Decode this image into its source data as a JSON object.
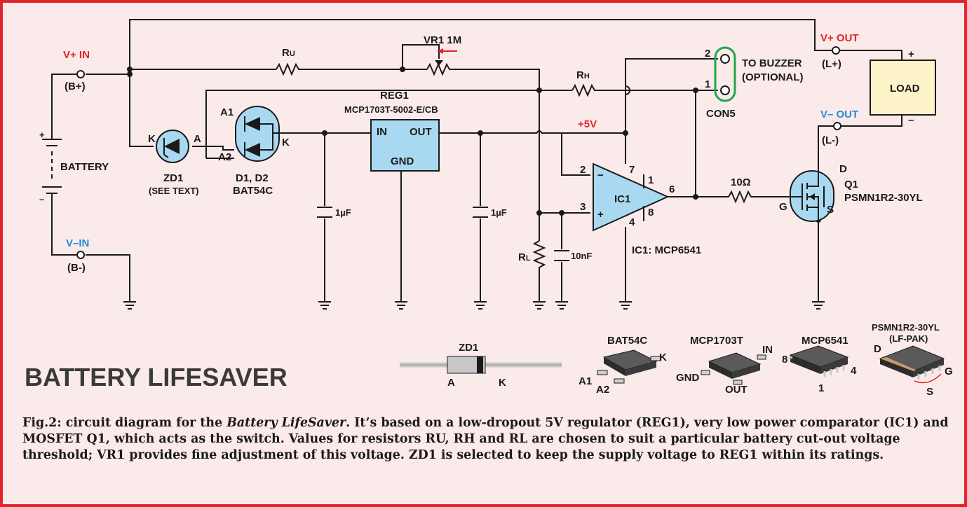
{
  "colors": {
    "border": "#e3222b",
    "background": "#fbeaea",
    "component_fill": "#a9d9f0",
    "load_fill": "#fdf3c9",
    "v_plus_label": "#e3222b",
    "v_minus_label": "#1e8fd6"
  },
  "title": "BATTERY LIFESAVER",
  "terminals": {
    "v_plus_in": "V+ IN",
    "v_plus_in_sub": "(B+)",
    "v_minus_in": "V–IN",
    "v_minus_in_sub": "(B-)",
    "v_plus_out": "V+ OUT",
    "v_plus_out_sub": "(L+)",
    "v_minus_out": "V– OUT",
    "v_minus_out_sub": "(L-)"
  },
  "battery": {
    "label": "BATTERY",
    "plus": "+",
    "minus": "–"
  },
  "zener": {
    "ref": "ZD1",
    "note": "(SEE TEXT)",
    "pin_k": "K",
    "pin_a": "A"
  },
  "diodes": {
    "ref": "D1, D2",
    "part": "BAT54C",
    "pin_a1": "A1",
    "pin_a2": "A2",
    "pin_k": "K"
  },
  "regulator": {
    "ref": "REG1",
    "part": "MCP1703T-5002-E/CB",
    "pin_in": "IN",
    "pin_out": "OUT",
    "pin_gnd": "GND"
  },
  "caps": {
    "c1": "1µF",
    "c2": "1µF",
    "c3": "10nF"
  },
  "resistors": {
    "ru_main": "R",
    "ru_sub": "U",
    "rh_main": "R",
    "rh_sub": "H",
    "rl_main": "R",
    "rl_sub": "L",
    "r_gate": "10Ω",
    "vr1": "VR1 1M"
  },
  "rail": "+5V",
  "opamp": {
    "ref": "IC1",
    "note": "IC1: MCP6541",
    "pin2": "2",
    "pin3": "3",
    "pin7": "7",
    "pin1": "1",
    "pin8": "8",
    "pin4": "4",
    "pin6": "6",
    "minus": "−",
    "plus": "+"
  },
  "connector": {
    "ref": "CON5",
    "pin2": "2",
    "pin1": "1",
    "note1": "TO BUZZER",
    "note2": "(OPTIONAL)"
  },
  "mosfet": {
    "ref": "Q1",
    "part": "PSMN1R2-30YL",
    "pin_d": "D",
    "pin_g": "G",
    "pin_s": "S"
  },
  "load": {
    "label": "LOAD",
    "plus": "+",
    "minus": "–"
  },
  "packages": {
    "zd1": {
      "name": "ZD1",
      "a": "A",
      "k": "K"
    },
    "bat54c": {
      "name": "BAT54C",
      "k": "K",
      "a1": "A1",
      "a2": "A2"
    },
    "mcp1703t": {
      "name": "MCP1703T",
      "in": "IN",
      "gnd": "GND",
      "out": "OUT"
    },
    "mcp6541": {
      "name": "MCP6541",
      "p8": "8",
      "p4": "4",
      "p1": "1"
    },
    "psmn": {
      "name": "PSMN1R2-30YL",
      "pkg": "(LF-PAK)",
      "d": "D",
      "g": "G",
      "s": "S"
    }
  },
  "caption": {
    "figure": "Fig.2: circuit diagram for the ",
    "product": "Battery LifeSaver",
    "text": ". It’s based on a low-dropout 5V regulator (REG1), very low power comparator (IC1) and MOSFET Q1, which acts as the switch. Values for resistors RU, RH and RL are chosen to suit a particular battery cut-out voltage threshold; VR1 provides fine adjustment of this voltage. ZD1 is selected to keep the supply voltage to REG1 within its ratings."
  }
}
